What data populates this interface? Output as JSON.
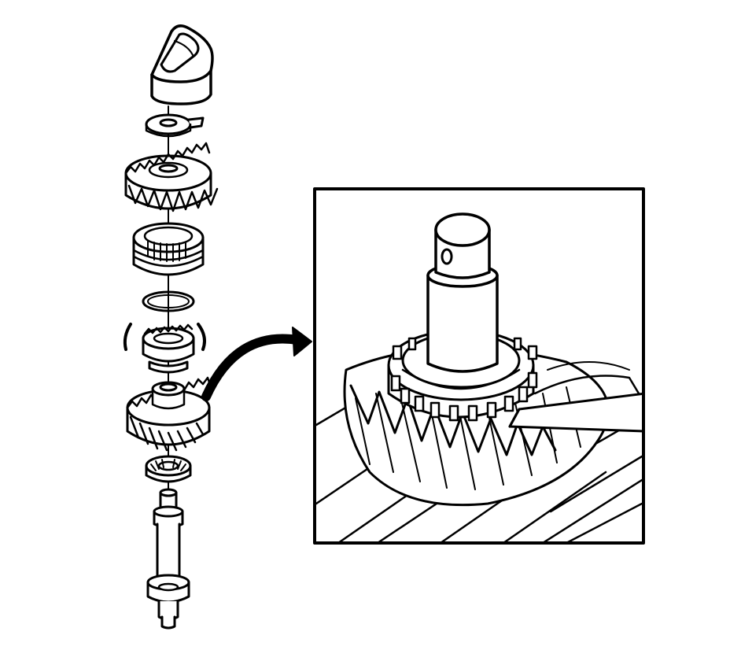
{
  "figure": {
    "exploded_parts": [
      {
        "id": "shift-fork-cap"
      },
      {
        "id": "thrust-washer"
      },
      {
        "id": "upper-gear"
      },
      {
        "id": "synchronizer-sleeve"
      },
      {
        "id": "retaining-ring"
      },
      {
        "id": "blocker-ring-assembly"
      },
      {
        "id": "key-spacer"
      },
      {
        "id": "helical-gear"
      },
      {
        "id": "needle-bearing"
      },
      {
        "id": "main-shaft"
      }
    ],
    "detail_view": {
      "id": "feeler-gauge-inset"
    },
    "colors": {
      "ink": "#000000",
      "paper": "#ffffff"
    }
  }
}
